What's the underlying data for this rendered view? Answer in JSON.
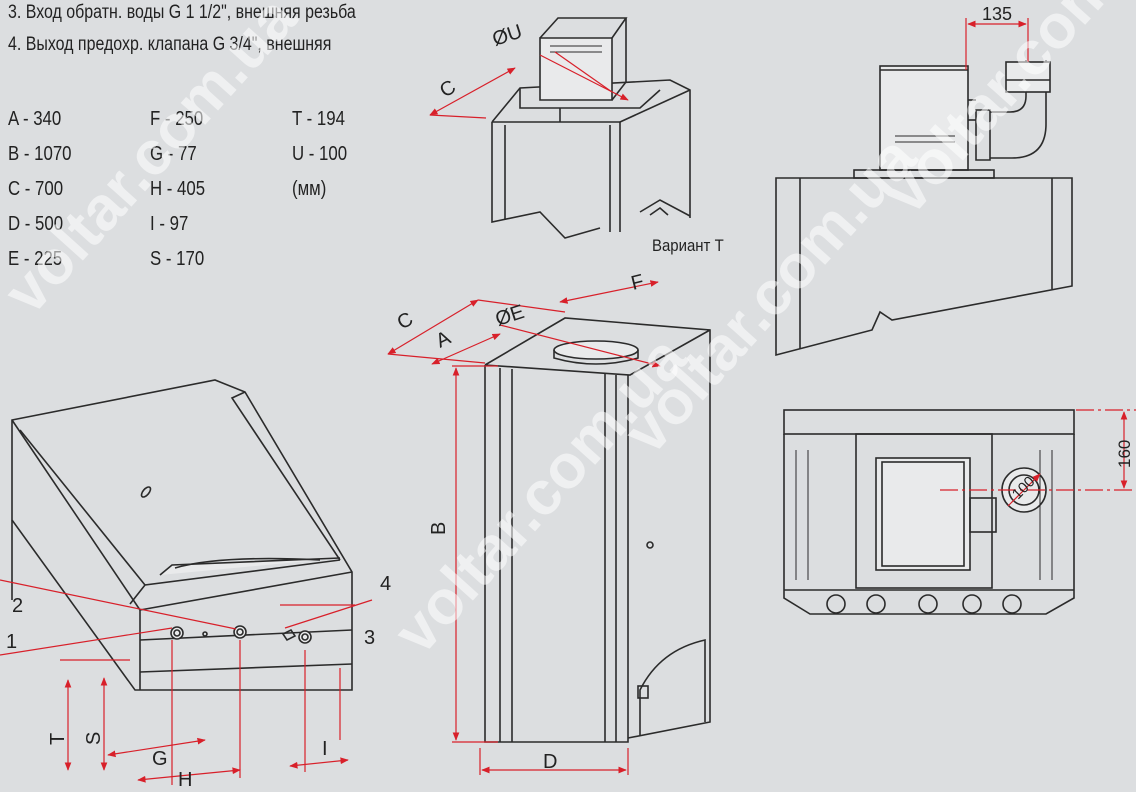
{
  "notes": [
    "3. Вход обратн. воды  G 1 1/2\", внешняя резьба",
    "4. Выход предохр. клапана G 3/4\", внешняя"
  ],
  "dimensions": {
    "col1": [
      "A -   340",
      "B - 1070",
      "C -   700",
      "D -   500",
      "E -   225"
    ],
    "col2": [
      "F -   250",
      "G -     77",
      "H -   405",
      "I -      97",
      "S -   170"
    ],
    "col3": [
      "T -   194",
      "U -   100",
      "(мм)"
    ]
  },
  "variant_caption": "Вариант T",
  "drawing_labels": {
    "phi_u": "ØU",
    "c": "C",
    "a": "A",
    "phi_e": "ØE",
    "f": "F",
    "b": "B",
    "d": "D",
    "g": "G",
    "h": "H",
    "s": "S",
    "t": "T",
    "i": "I",
    "n1": "1",
    "n2": "2",
    "n3": "3",
    "n4": "4",
    "d135": "135",
    "d160": "160",
    "d100": "100"
  },
  "watermark": "voltar.com.ua",
  "colors": {
    "background": "#dcdee0",
    "dimension": "#d8202a",
    "line": "#2b2b2b"
  }
}
